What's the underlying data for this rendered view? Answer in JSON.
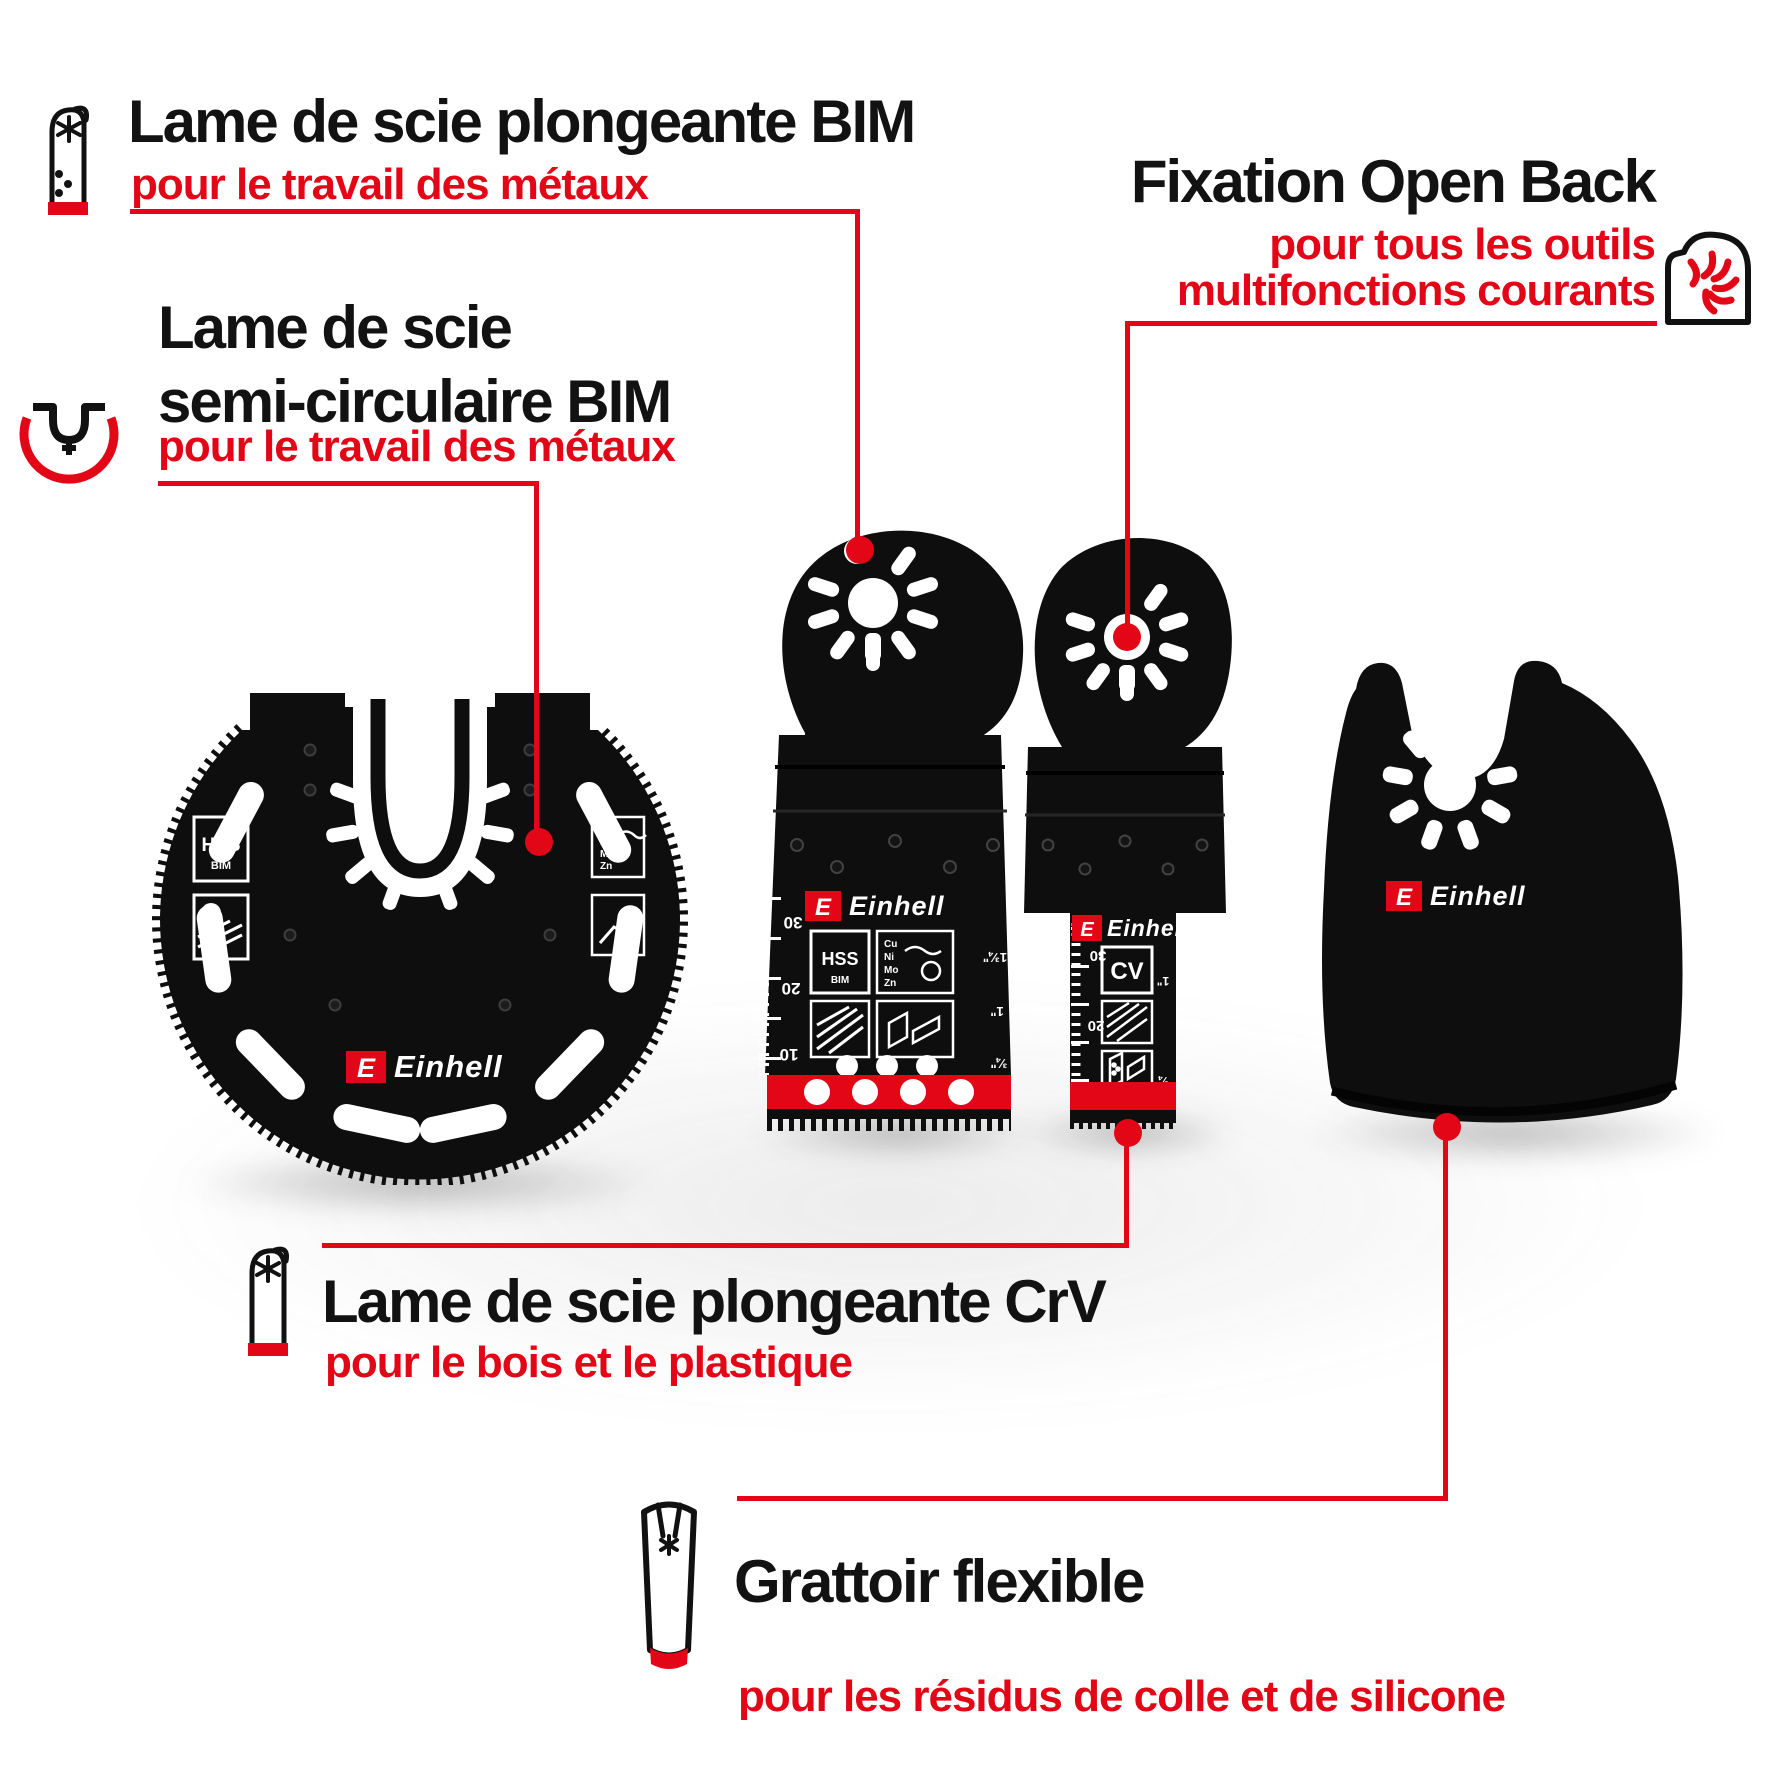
{
  "colors": {
    "red": "#e20617",
    "ink": "#121212",
    "blade": "#0e0e0e"
  },
  "brand": {
    "initial": "E",
    "name": "Einhell"
  },
  "annotations": {
    "plunge_bim": {
      "title": "Lame de scie plongeante BIM",
      "subtitle": "pour le travail des métaux"
    },
    "semi_circular": {
      "title_line1": "Lame de scie",
      "title_line2": "semi-circulaire BIM",
      "subtitle": "pour le travail des métaux"
    },
    "open_back": {
      "title": "Fixation Open Back",
      "subtitle_line1": "pour tous les outils",
      "subtitle_line2": "multifonctions courants"
    },
    "plunge_crv": {
      "title": "Lame de scie plongeante CrV",
      "subtitle": "pour le bois et le plastique"
    },
    "scraper": {
      "title": "Grattoir flexible",
      "subtitle": "pour les résidus de colle et de silicone"
    }
  },
  "blade_markings": {
    "hss": "HSS",
    "bim": "BIM",
    "cv": "CV",
    "materials": [
      "Cu",
      "Ni",
      "Mo",
      "Zn"
    ],
    "scale_mm": [
      "30",
      "20",
      "10"
    ],
    "inch_bim": [
      "1¾\"",
      "1\"",
      "¾\""
    ],
    "inch_crv": [
      "1\"",
      "¾\""
    ]
  }
}
